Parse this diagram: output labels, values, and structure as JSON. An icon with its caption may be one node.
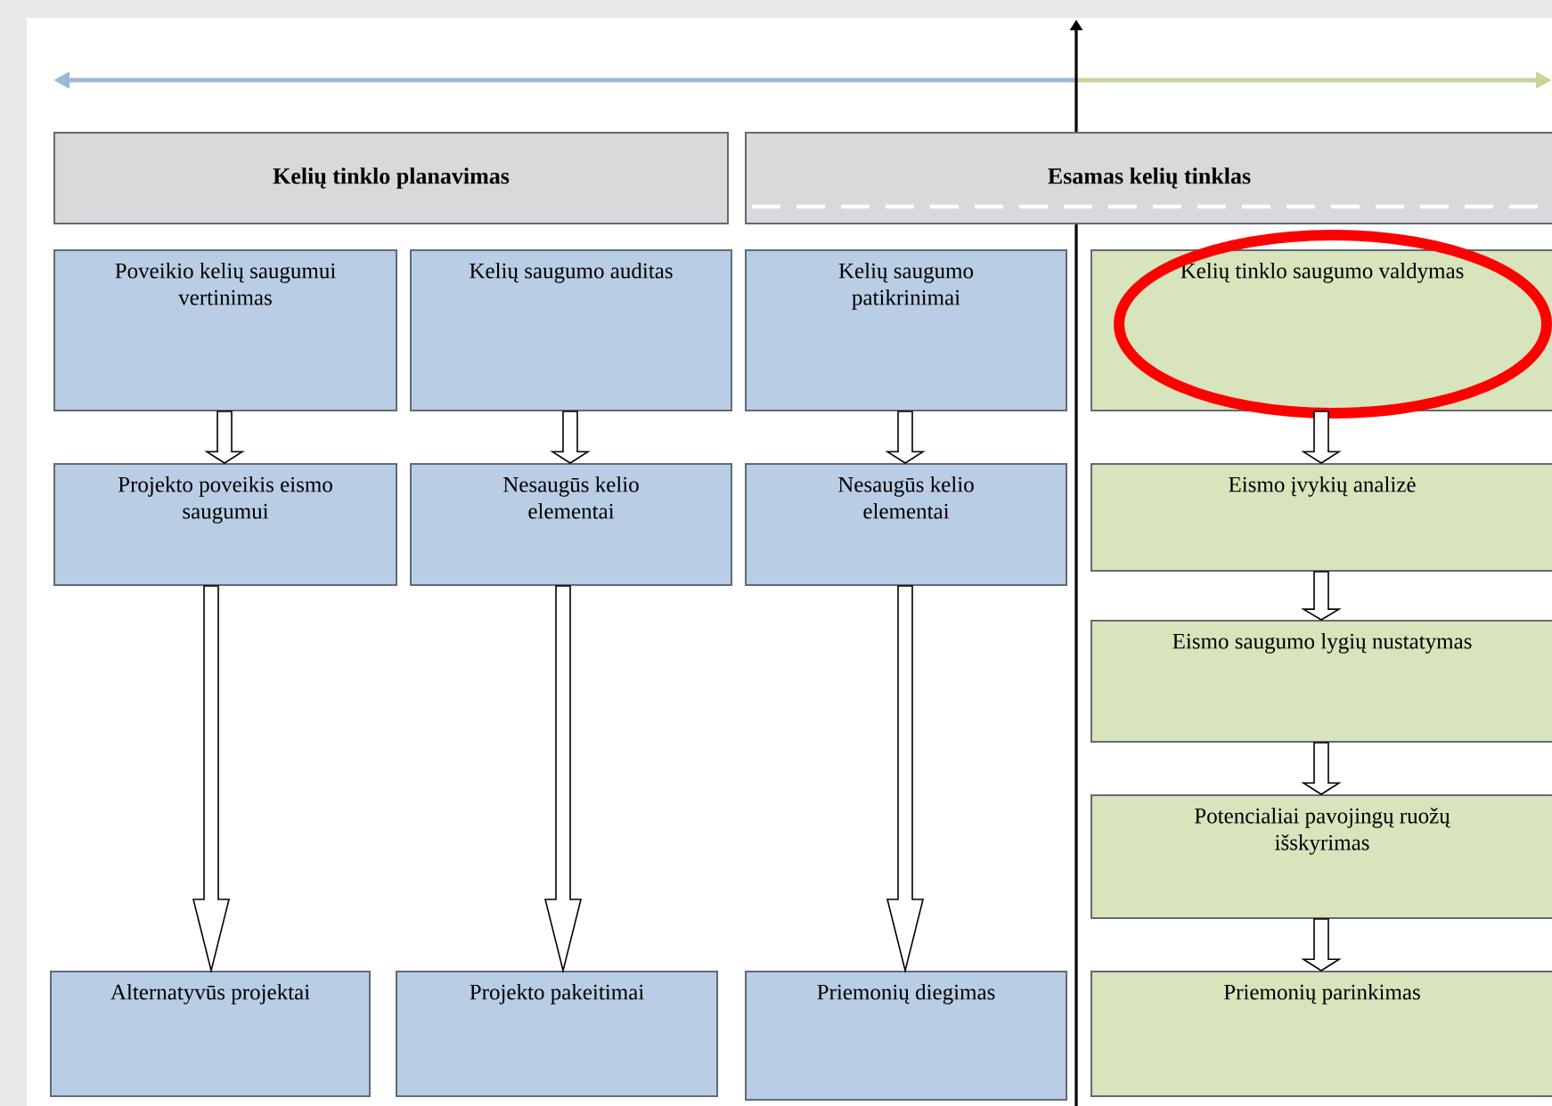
{
  "diagram": {
    "nodes": [
      {
        "text": [
          "Kelių tinklo planavimas"
        ]
      },
      {
        "text": [
          "Esamas kelių tinklas"
        ]
      },
      {
        "text": [
          "Poveikio kelių saugumui vertinimas"
        ]
      },
      {
        "text": [
          "Projekto poveikis eismo saugumui"
        ]
      },
      {
        "text": [
          "Alternatyvūs projektai"
        ]
      },
      {
        "text": [
          "Kelių saugumo auditas"
        ]
      },
      {
        "text": [
          "Nesaugūs kelio elementai"
        ]
      },
      {
        "text": [
          "Projekto pakeitimai"
        ]
      },
      {
        "text": [
          "Kelių saugumo patikrinimai"
        ]
      },
      {
        "text": [
          "Nesaugūs kelio elementai"
        ]
      },
      {
        "text": [
          "Priemonių diegimas"
        ]
      },
      {
        "text": [
          "Kelių tinklo saugumo valdymas"
        ]
      },
      {
        "text": [
          "Eismo įvykių analizė"
        ]
      },
      {
        "text": [
          "Eismo saugumo lygių nustatymas"
        ]
      },
      {
        "text": [
          "Potencialiai pavojingų ruožų išskyrimas"
        ]
      },
      {
        "text": [
          "Priemonių parinkimas"
        ]
      }
    ],
    "edges": [
      {
        "from": 2,
        "to": 3,
        "arrow": "to"
      },
      {
        "from": 3,
        "to": 4,
        "arrow": "to"
      },
      {
        "from": 5,
        "to": 6,
        "arrow": "to"
      },
      {
        "from": 6,
        "to": 7,
        "arrow": "to"
      },
      {
        "from": 8,
        "to": 9,
        "arrow": "to"
      },
      {
        "from": 9,
        "to": 10,
        "arrow": "to"
      },
      {
        "from": 11,
        "to": 12,
        "arrow": "to"
      },
      {
        "from": 12,
        "to": 13,
        "arrow": "to"
      },
      {
        "from": 13,
        "to": 14,
        "arrow": "to"
      },
      {
        "from": 14,
        "to": 15,
        "arrow": "to"
      }
    ]
  }
}
